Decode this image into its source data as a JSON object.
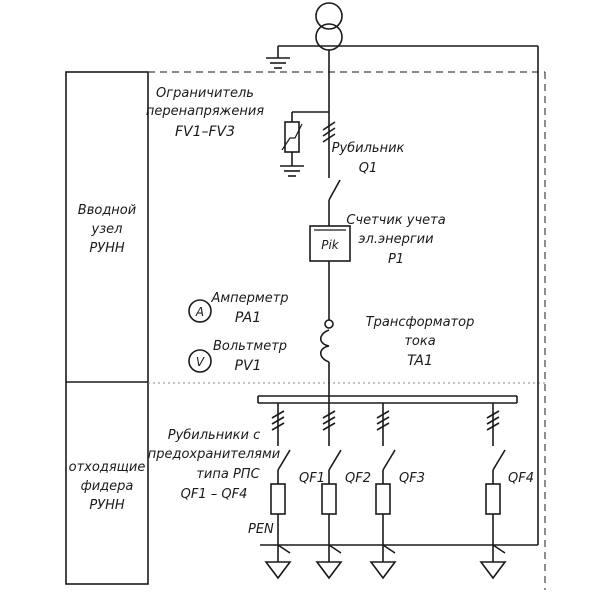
{
  "left_panel": {
    "top_section": [
      "Вводной",
      "узел",
      "РУНН"
    ],
    "bottom_section": [
      "отходящие",
      "фидера",
      "РУНН"
    ]
  },
  "labels": {
    "limiter": [
      "Ограничитель",
      "перенапряжения",
      "FV1–FV3"
    ],
    "switch_q1": [
      "Рубильник",
      "Q1"
    ],
    "meter": [
      "Счетчик учета",
      "эл.энергии",
      "P1"
    ],
    "meter_box": "Pik",
    "ammeter": [
      "Амперметр",
      "PA1"
    ],
    "ammeter_symbol": "A",
    "voltmeter": [
      "Вольтметр",
      "PV1"
    ],
    "voltmeter_symbol": "V",
    "current_transformer": [
      "Трансформатор",
      "тока",
      "TA1"
    ],
    "fused_switches": [
      "Рубильники с",
      "предохранителями",
      "типа РПС",
      "QF1 – QF4"
    ],
    "feeders": [
      "QF1",
      "QF2",
      "QF3",
      "QF4"
    ],
    "pen": "PEN"
  }
}
